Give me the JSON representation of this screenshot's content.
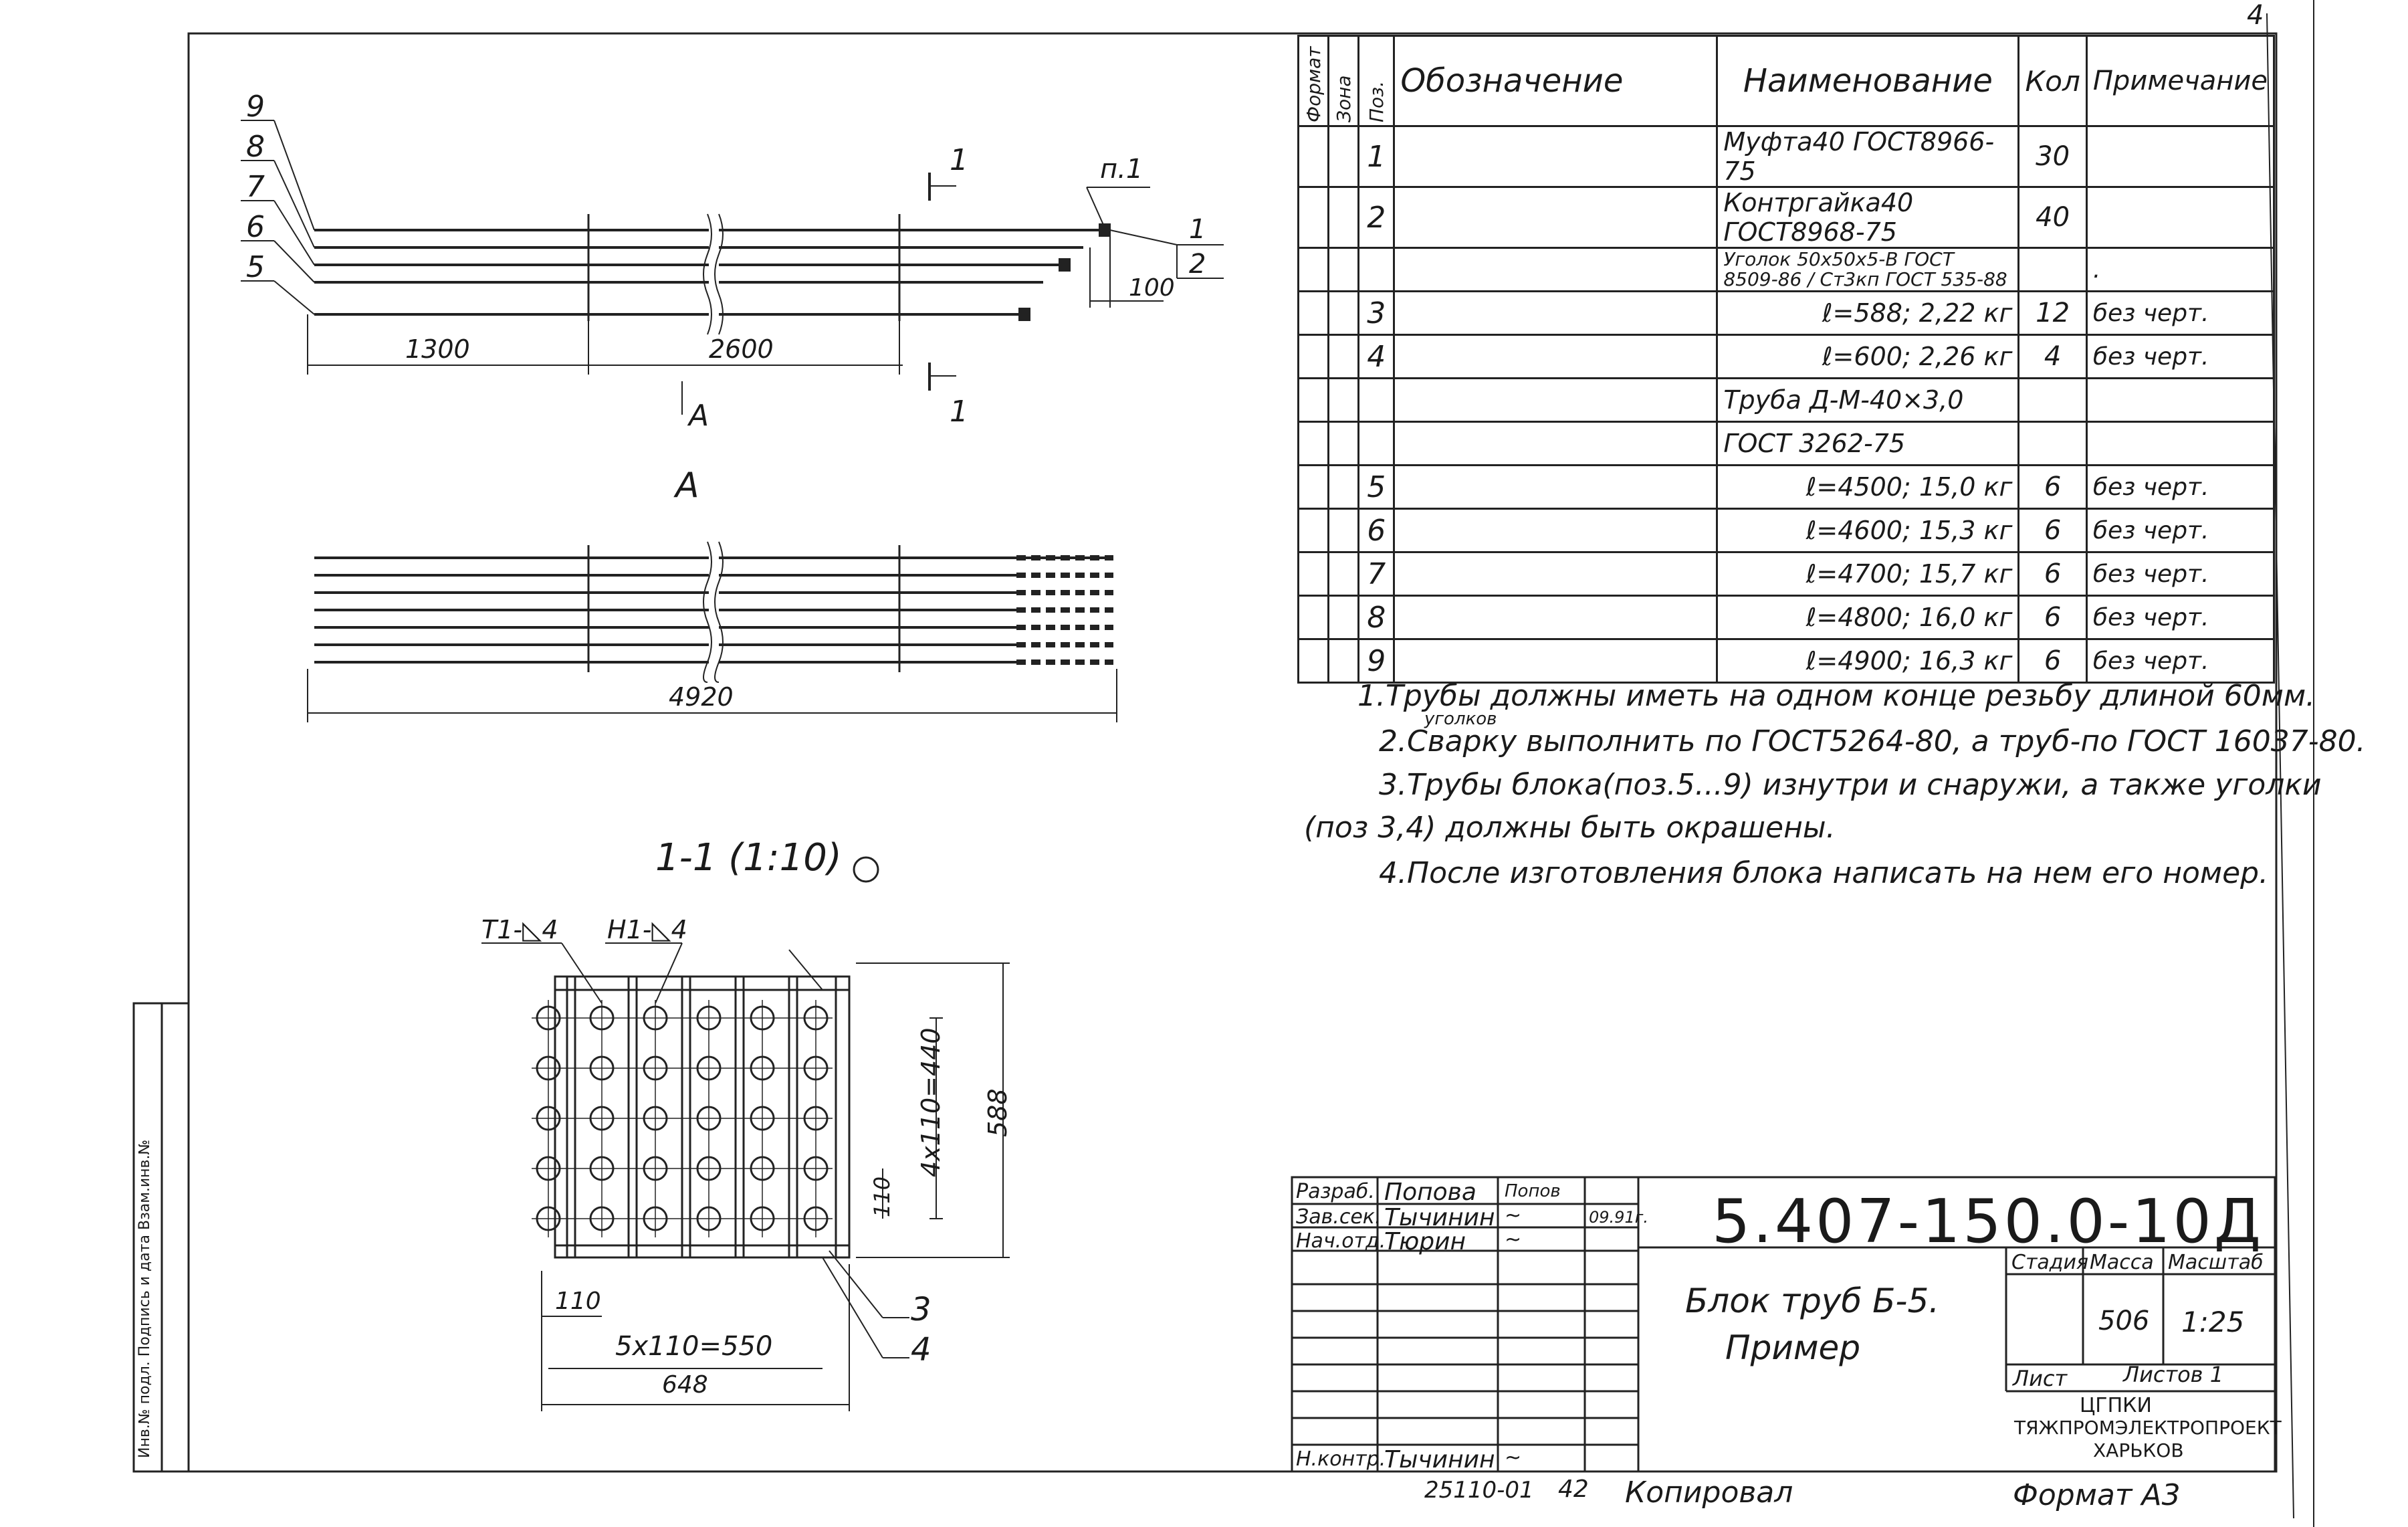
{
  "page": {
    "corner_mark": "4"
  },
  "drawing": {
    "callouts": [
      "9",
      "8",
      "7",
      "6",
      "5"
    ],
    "callout_right": [
      "1",
      "2"
    ],
    "p_label": "п.1",
    "section_mark_top": "1",
    "section_mark_bottom": "1",
    "view_mark": "А",
    "dims_top": {
      "d1": "1300",
      "d2": "2600",
      "d3": "100"
    },
    "view_title": "А",
    "dim_view": "4920",
    "section_title": "1-1 (1:10)",
    "weld_1": "Т1-◺4",
    "weld_2": "Н1-◺4",
    "dim_588": "588",
    "dim_440": "4х110=440",
    "dim_110_v": "110",
    "dim_110_h": "110",
    "dim_550": "5х110=550",
    "dim_648": "648",
    "leader_3": "3",
    "leader_4": "4",
    "margin_stamp": "Инв.№ подл.   Подпись и дата   Взам.инв.№"
  },
  "spec_table": {
    "headers": {
      "format": "Формат",
      "zone": "Зона",
      "pos": "Поз.",
      "designation": "Обозначение",
      "name": "Наименование",
      "qty": "Кол",
      "note": "Примечание"
    },
    "rows": [
      {
        "pos": "1",
        "name": "Муфта40 ГОСТ8966-75",
        "qty": "30",
        "note": ""
      },
      {
        "pos": "2",
        "name": "Контргайка40 ГОСТ8968-75",
        "qty": "40",
        "note": ""
      },
      {
        "pos": "",
        "name": "Уголок 50х50х5-В ГОСТ 8509-86 / Ст3кп ГОСТ 535-88",
        "qty": "",
        "note": "."
      },
      {
        "pos": "3",
        "name": "ℓ=588;  2,22 кг",
        "qty": "12",
        "note": "без черт."
      },
      {
        "pos": "4",
        "name": "ℓ=600;  2,26 кг",
        "qty": "4",
        "note": "без черт."
      },
      {
        "pos": "",
        "name": "Труба      Д-М-40×3,0",
        "qty": "",
        "note": ""
      },
      {
        "pos": "",
        "name": "ГОСТ 3262-75",
        "qty": "",
        "note": ""
      },
      {
        "pos": "5",
        "name": "ℓ=4500;  15,0 кг",
        "qty": "6",
        "note": "без черт."
      },
      {
        "pos": "6",
        "name": "ℓ=4600;  15,3 кг",
        "qty": "6",
        "note": "без черт."
      },
      {
        "pos": "7",
        "name": "ℓ=4700;  15,7 кг",
        "qty": "6",
        "note": "без черт."
      },
      {
        "pos": "8",
        "name": "ℓ=4800;  16,0 кг",
        "qty": "6",
        "note": "без черт."
      },
      {
        "pos": "9",
        "name": "ℓ=4900;  16,3 кг",
        "qty": "6",
        "note": "без черт."
      }
    ]
  },
  "notes": {
    "n1": "1.Трубы должны иметь на одном конце резьбу длиной 60мм.",
    "n2_insert": "уголков",
    "n2": "2.Сварку выполнить по ГОСТ5264-80, а труб-по ГОСТ 16037-80.",
    "n3a": "3.Трубы блока(поз.5...9) изнутри и снаружи, а также уголки",
    "n3b": "(поз 3,4) должны быть окрашены.",
    "n4": "4.После изготовления блока написать на нем его номер."
  },
  "title_block": {
    "roles": [
      {
        "role": "Разраб.",
        "name": "Попова",
        "sign": "Попов",
        "date": ""
      },
      {
        "role": "Зав.сек.",
        "name": "Тычинин",
        "sign": "~",
        "date": "09.91г."
      },
      {
        "role": "Нач.отд.",
        "name": "Тюрин",
        "sign": "~",
        "date": ""
      }
    ],
    "control": {
      "role": "Н.контр.",
      "name": "Тычинин",
      "sign": "~"
    },
    "code": "5.407-150.0-10Д",
    "title_line1": "Блок труб Б-5.",
    "title_line2": "Пример",
    "stage_label": "Стадия",
    "mass_label": "Масса",
    "scale_label": "Масштаб",
    "mass": "506",
    "scale": "1:25",
    "sheet_label": "Лист",
    "sheets_label": "Листов 1",
    "org1": "ЦГПКИ",
    "org2": "ТЯЖПРОМЭЛЕКТРОПРОЕКТ",
    "org3": "ХАРЬКОВ"
  },
  "footer": {
    "archive": "25110-01",
    "sheet_no": "42",
    "copied": "Копировал",
    "format": "Формат А3"
  }
}
